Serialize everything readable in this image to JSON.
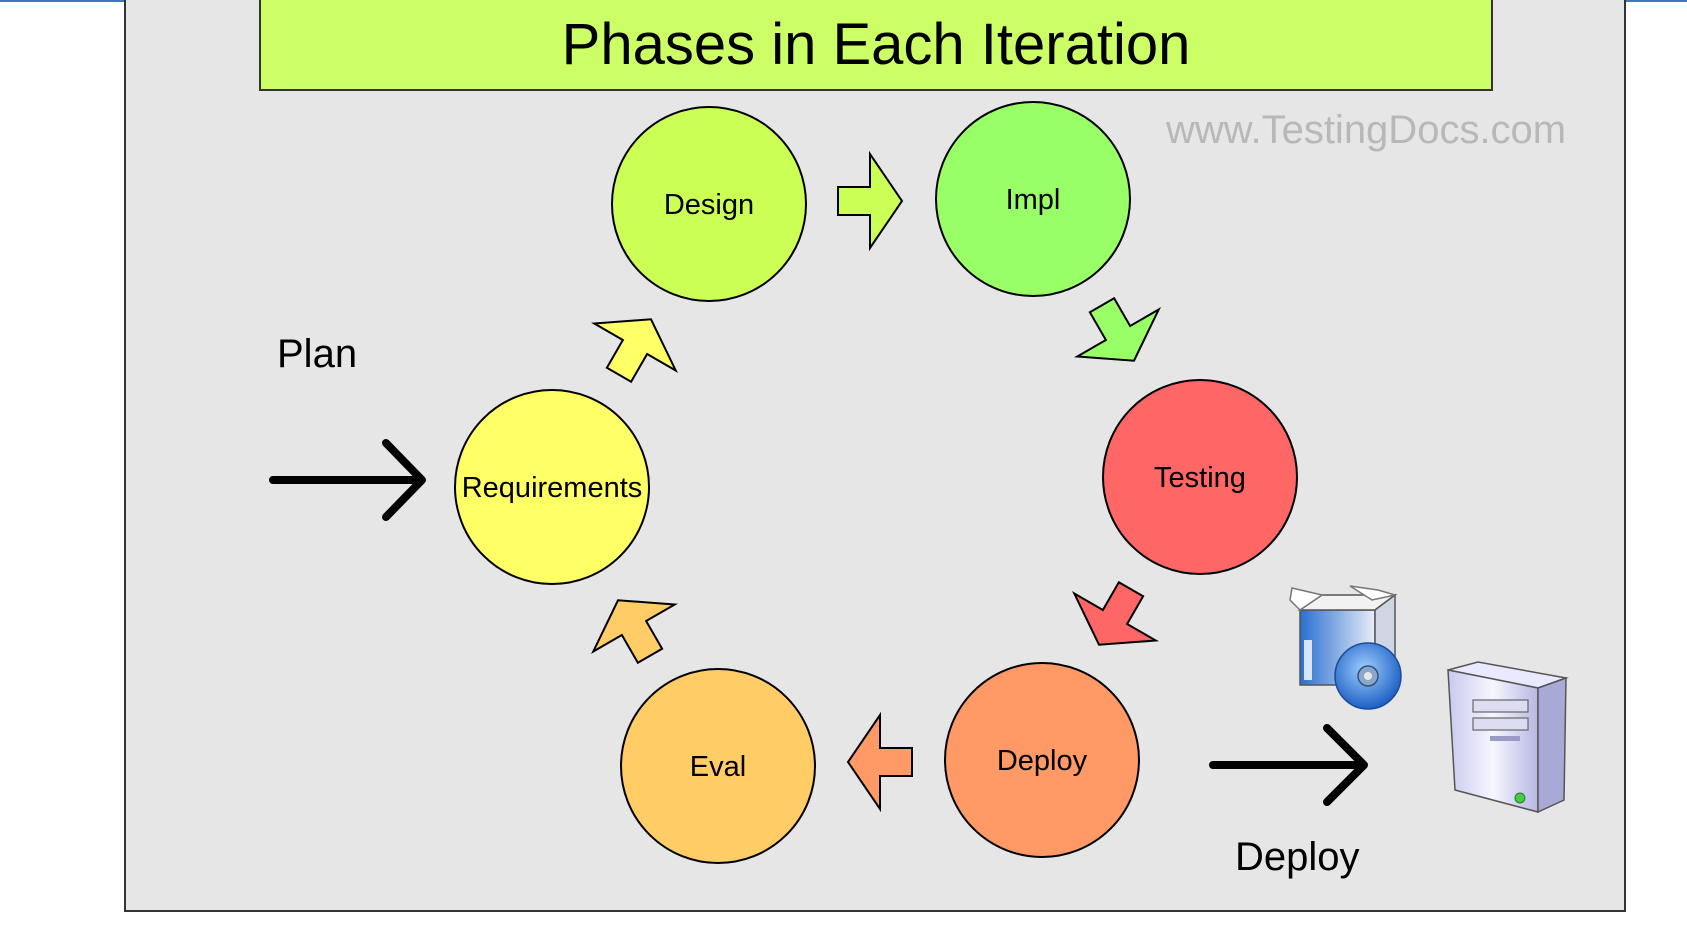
{
  "title": "Phases in Each Iteration",
  "watermark": "www.TestingDocs.com",
  "labels": {
    "plan": "Plan",
    "deploy": "Deploy"
  },
  "phases": [
    {
      "name": "Requirements",
      "color": "#ffff66"
    },
    {
      "name": "Design",
      "color": "#ccff55"
    },
    {
      "name": "Impl",
      "color": "#99ff66"
    },
    {
      "name": "Testing",
      "color": "#ff6666"
    },
    {
      "name": "Deploy",
      "color": "#ff9966"
    },
    {
      "name": "Eval",
      "color": "#ffcc66"
    }
  ],
  "colors": {
    "slide_background": "#e6e6e6",
    "title_background": "#ccff66",
    "watermark": "#b8b8b8"
  },
  "icons": [
    "software-box-icon",
    "cd-disc-icon",
    "server-tower-icon"
  ]
}
